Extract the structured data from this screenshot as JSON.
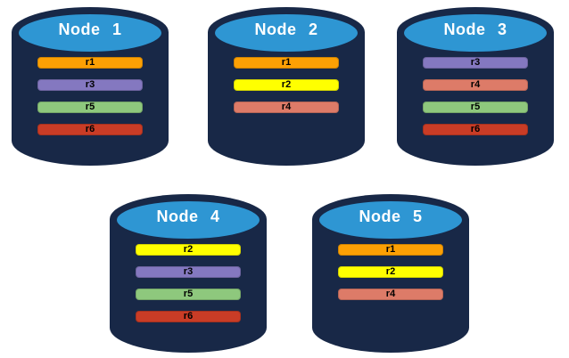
{
  "diagram": {
    "description_label": "replica-distribution-across-nodes"
  },
  "colors": {
    "background": "#FFFFFF",
    "cylinder_body": "#182847",
    "cylinder_top": "#2E96D3",
    "title_text": "#FFFFFF",
    "bar_text": "#000000",
    "replicas": {
      "r1": "#FCA004",
      "r2": "#FFFF00",
      "r3": "#8478C0",
      "r4": "#DD7B68",
      "r5": "#8EC87D",
      "r6": "#C93C26"
    }
  },
  "nodes": [
    {
      "title": "Node 1",
      "replicas": [
        "r1",
        "r3",
        "r5",
        "r6"
      ]
    },
    {
      "title": "Node 2",
      "replicas": [
        "r1",
        "r2",
        "r4"
      ]
    },
    {
      "title": "Node 3",
      "replicas": [
        "r3",
        "r4",
        "r5",
        "r6"
      ]
    },
    {
      "title": "Node 4",
      "replicas": [
        "r2",
        "r3",
        "r5",
        "r6"
      ]
    },
    {
      "title": "Node 5",
      "replicas": [
        "r1",
        "r2",
        "r4"
      ]
    }
  ]
}
